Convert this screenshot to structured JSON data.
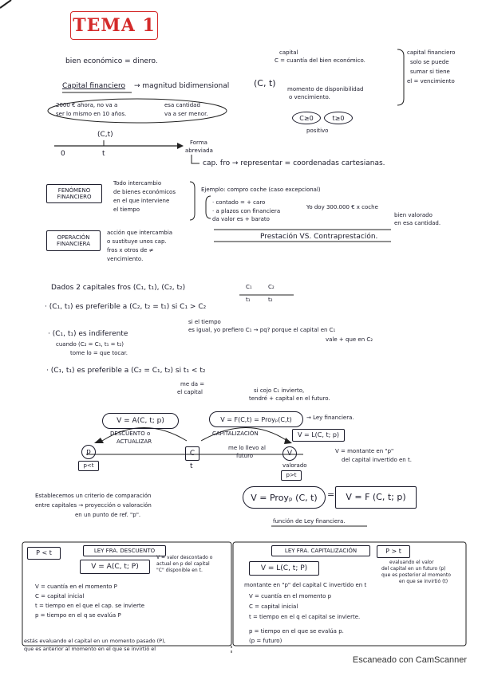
{
  "title": "TEMA 1",
  "s1": {
    "bien": "bien económico = dinero.",
    "capital_label": "Capital financiero",
    "capital_def": "→ magnitud bidimensional",
    "ct": "(C, t)",
    "capital_word": "capital",
    "c_def": "C = cuantía del bien económico.",
    "t_def1": "momento de disponibilidad",
    "t_def2": "o vencimiento.",
    "side1": "capital financiero",
    "side2": "solo se puede",
    "side3": "sumar si tiene",
    "side4": "el = vencimiento",
    "note1": "2000 € ahora, no va a",
    "note2": "ser lo mismo en 10 años.",
    "note3": "esa cantidad",
    "note4": "va a ser menor.",
    "c_pos": "C≥0",
    "t_pos": "t≥0",
    "positivo": "positivo",
    "ct_small": "(C,t)",
    "zero": "0",
    "t_axis": "t",
    "forma1": "Forma",
    "forma2": "abreviada",
    "cap_fro": "cap. fro → representar = coordenadas cartesianas."
  },
  "s2": {
    "fen_box": "FENÓMENO FINANCIERO",
    "fen1": "Todo intercambio",
    "fen2": "de bienes económicos",
    "fen3": "en el que interviene",
    "fen4": "el tiempo",
    "ej": "Ejemplo: compro coche (caso excepcional)",
    "contado": "· contado = + caro",
    "plazos1": "· a plazos con financiera",
    "plazos2": "  da valor es + barato",
    "yo_doy": "Yo doy 300.000 € x coche",
    "bien_val1": "bien valorado",
    "bien_val2": "en esa cantidad.",
    "op_box": "OPERACIÓN FINANCIERA",
    "op1": "acción que intercambia",
    "op2": "o sustituye unos cap.",
    "op3": "fros x otros de ≠",
    "op4": "vencimiento.",
    "prest": "Prestación  VS.  Contraprestación."
  },
  "s3": {
    "dados": "Dados 2 capitales fros (C₁, t₁), (C₂, t₂)",
    "c1": "C₁",
    "c2": "C₂",
    "t1": "t₁",
    "t2": "t₂",
    "pref1": "· (C₁, t₁) es preferible a  (C₂, t₂ = t₁) si  C₁ > C₂",
    "si_tiempo": "si el tiempo",
    "es_igual": "es igual, yo prefiero C₁ → pq? porque el capital en C₁",
    "vale_mas": "vale + que en C₂",
    "indif1": "· (C₁, t₁) es indiferente",
    "indif2": "cuando (C₂ = C₁, t₁ = t₂)",
    "indif3": "tome lo = que tocar.",
    "pref2": "· (C₁, t₁) es preferible a (C₂ = C₁, t₂)  si  t₁ < t₂",
    "me_da1": "me da =",
    "me_da2": "el capital",
    "si_cojo1": "si cojo C₁ invierto,",
    "si_cojo2": "tendré + capital en el futuro."
  },
  "s4": {
    "v_a": "V = A(C, t; p)",
    "v_f": "V = F(C,t) = Proyₚ(C,t)",
    "ley_fin": "→ Ley financiera.",
    "v_l": "V = L(C, t; p)",
    "desc1": "DESCUENTO  o",
    "desc2": "ACTUALIZAR",
    "cap1": "CAPITALIZACIÓN",
    "me_lo1": "me lo llevo al",
    "me_lo2": "futuro",
    "p_left": "p",
    "plt": "p<t",
    "c_box": "C",
    "t_under": "t",
    "v_circle": "V",
    "valorado": "valorado",
    "pgt": "p>t",
    "monto1": "V = montante en \"p\"",
    "monto2": "del capital invertido en t."
  },
  "s5": {
    "est1": "Establecemos un criterio de comparación",
    "est2": "entre capitales → proyección o valoración",
    "est3": "en un punto de ref. \"p\".",
    "proy": "V = Proyₚ (C, t)",
    "eq": "=",
    "vf": "V = F (C, t; p)",
    "func": "función de Ley financiera."
  },
  "s6": {
    "plt": "P < t",
    "ley_desc": "LEY FRA. DESCUENTO",
    "ley_cap": "LEY FRA. CAPITALIZACIÓN",
    "pgt": "P > t",
    "va": "V = A(C, t; P)",
    "vl": "V = L(C, t; P)",
    "vd1": "V = valor descontado o",
    "vd2": "actual en p del capital",
    "vd3": "\"C\" disponible en t.",
    "ev1": "evaluando el valor",
    "ev2": "del capital en un futuro (p)",
    "ev3": "que es posterior al momento",
    "ev4": "en que se invirtió (t)",
    "l1": "V = cuantía en el momento P",
    "l2": "C = capital inicial",
    "l3": "t = tiempo en el que el cap. se invierte",
    "l4": "p = tiempo en el q se evalúa P",
    "l5": "estás evaluando el capital en un momento pasado (P),",
    "l6": "que es anterior al momento en el que se invirtió el",
    "r1": "montante en \"p\" del capital C invertido en t",
    "r2": "V = cuantía en el momento p",
    "r3": "C = capital inicial",
    "r4": "t = tiempo en el q el capital se invierte.",
    "r5": "p = tiempo en el que se evalúa p.",
    "r6": "(p = futuro)"
  },
  "footer": "Escaneado con CamScanner"
}
